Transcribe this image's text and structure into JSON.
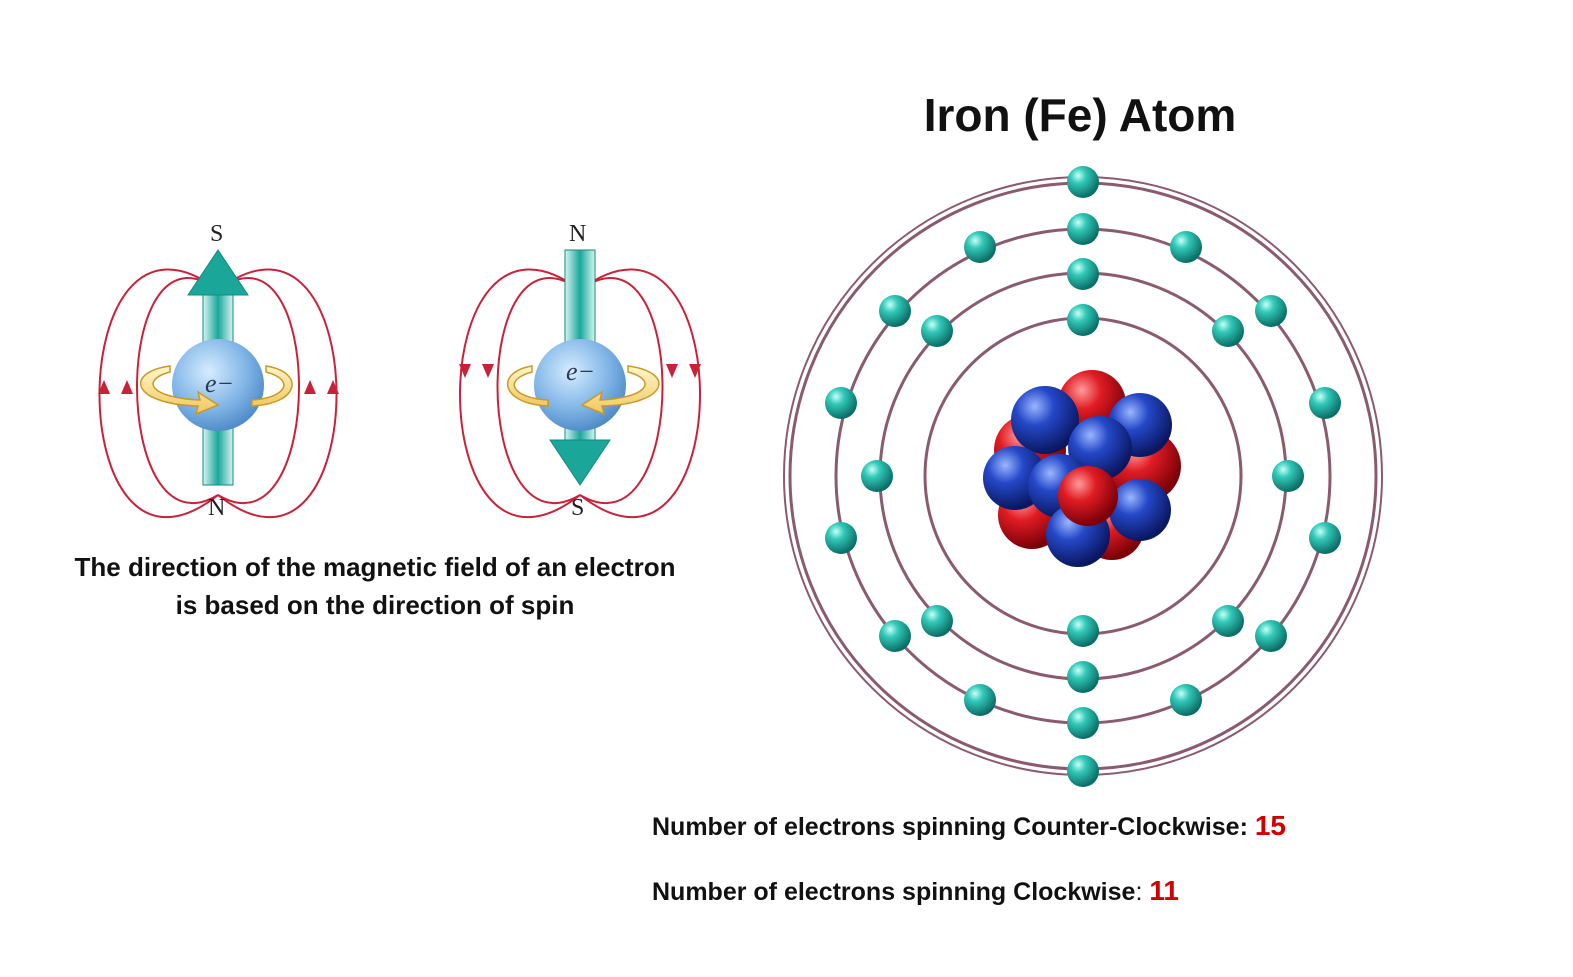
{
  "title": "Iron (Fe) Atom",
  "caption": {
    "line1": "The direction of the magnetic field of an electron",
    "line2": "is based on the direction of spin"
  },
  "left_electron": {
    "label": "e−",
    "top_pole": "S",
    "bottom_pole": "N",
    "arrow": "up"
  },
  "right_electron": {
    "label": "e−",
    "top_pole": "N",
    "bottom_pole": "S",
    "arrow": "down"
  },
  "counter_clockwise": {
    "label": "Number of electrons spinning Counter-Clockwise",
    "separator": ":",
    "value": "15"
  },
  "clockwise": {
    "label": "Number of electrons spinning Clockwise",
    "separator": ":",
    "value": "11"
  },
  "atom": {
    "shells": [
      2,
      8,
      14,
      2
    ],
    "total_electrons": 26
  },
  "colors": {
    "electron": "#1fb5a8",
    "orbit": "#8a5a6e",
    "proton": "#e0202a",
    "neutron": "#2a4fd0",
    "field_line": "#c8223a",
    "spin_arrow": "#1aa79a",
    "number_highlight": "#d00000"
  }
}
